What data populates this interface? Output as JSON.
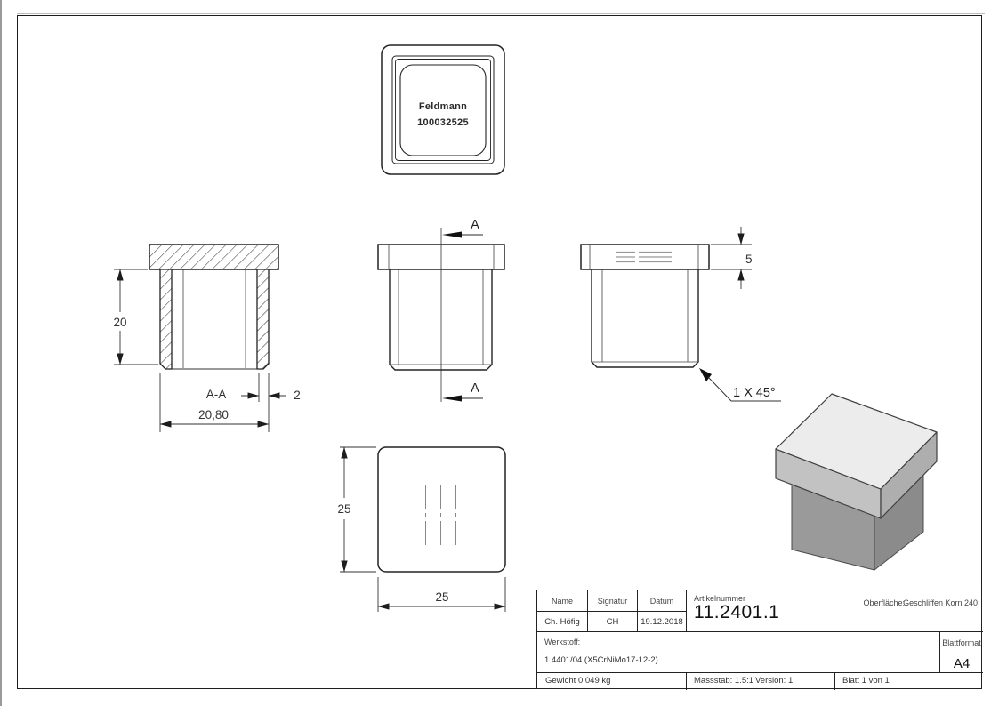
{
  "page": {
    "background": "#ffffff",
    "line_color": "#1d1d1d",
    "accent_grays": [
      "#ececec",
      "#c2c2c2",
      "#aeaeae",
      "#9a9a9a",
      "#8b8b8b"
    ]
  },
  "views": {
    "top_view": {
      "brand": "Feldmann",
      "code": "100032525"
    },
    "section_view": {
      "label": "A-A",
      "dim_height": "20",
      "dim_wall": "2",
      "dim_width": "20,80"
    },
    "front_view": {
      "cut_label_top": "A",
      "cut_label_bottom": "A"
    },
    "side_view": {
      "dim_flange": "5",
      "chamfer_note": "1 X 45°"
    },
    "bottom_view": {
      "dim_width": "25",
      "dim_height": "25"
    }
  },
  "title_block": {
    "name_label": "Name",
    "name_value": "Ch. Höfig",
    "signature_label": "Signatur",
    "signature_value": "CH",
    "date_label": "Datum",
    "date_value": "19.12.2018",
    "article_label": "Artikelnummer",
    "article_value": "11.2401.1",
    "surface_label": "Oberfläche:",
    "surface_value": "Geschliffen Korn 240",
    "material_label": "Werkstoff:",
    "material_value": "1.4401/04 (X5CrNiMo17-12-2)",
    "weight_value": "Gewicht 0.049 kg",
    "scale_value": "Massstab: 1.5:1",
    "version_value": "Version: 1",
    "sheet_value": "Blatt 1 von 1",
    "format_label": "Blattformat",
    "format_value": "A4"
  }
}
